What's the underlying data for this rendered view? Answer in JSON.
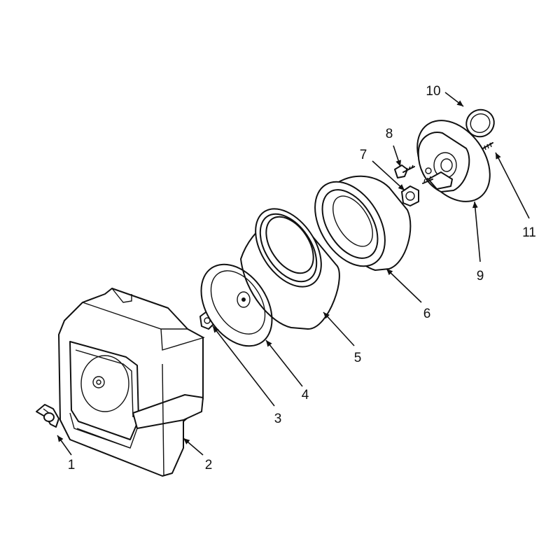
{
  "callouts": [
    {
      "part": "wing-nut",
      "number": "1"
    },
    {
      "part": "air-cleaner-cover",
      "number": "2"
    },
    {
      "part": "nut",
      "number": "3"
    },
    {
      "part": "cover-plate",
      "number": "4"
    },
    {
      "part": "foam-pre-cleaner",
      "number": "5"
    },
    {
      "part": "paper-filter-element",
      "number": "6"
    },
    {
      "part": "spacer",
      "number": "7"
    },
    {
      "part": "screw",
      "number": "8"
    },
    {
      "part": "base-plate",
      "number": "9"
    },
    {
      "part": "gasket",
      "number": "10"
    },
    {
      "part": "stud",
      "number": "11"
    }
  ]
}
